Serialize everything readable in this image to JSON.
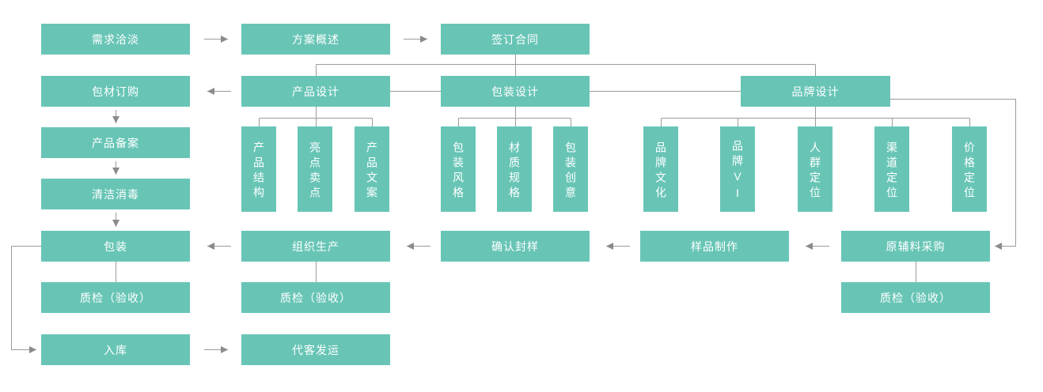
{
  "diagram": {
    "title": "OEM production flow chart (代工生产流程图)",
    "background": "#ffffff"
  },
  "colors": {
    "node_fill": "#68c5b6",
    "node_text": "#ffffff",
    "edge_line": "#9b9b9b",
    "edge_head": "#8b8b8b"
  },
  "nodes": {
    "demand": {
      "label": "需求洽淡"
    },
    "proposal": {
      "label": "方案概述"
    },
    "contract": {
      "label": "签订合同"
    },
    "material_order": {
      "label": "包材订购"
    },
    "product_design": {
      "label": "产品设计"
    },
    "package_design": {
      "label": "包装设计"
    },
    "brand_design": {
      "label": "品牌设计"
    },
    "product_structure": {
      "label": "产品结构"
    },
    "selling_points": {
      "label": "亮点卖点"
    },
    "product_copy": {
      "label": "产品文案"
    },
    "package_style": {
      "label": "包装风格"
    },
    "material_spec": {
      "label": "材质规格"
    },
    "package_idea": {
      "label": "包装创意"
    },
    "brand_culture": {
      "label": "品牌文化"
    },
    "brand_vi": {
      "label": "品牌VI"
    },
    "audience_positioning": {
      "label": "人群定位"
    },
    "channel_positioning": {
      "label": "渠道定位"
    },
    "price_positioning": {
      "label": "价格定位"
    },
    "product_filing": {
      "label": "产品备案"
    },
    "cleaning": {
      "label": "清洁消毒"
    },
    "packing": {
      "label": "包装"
    },
    "qc_packing": {
      "label": "质检（验收）"
    },
    "warehousing": {
      "label": "入库"
    },
    "production": {
      "label": "组织生产"
    },
    "qc_production": {
      "label": "质检（验收）"
    },
    "shipping": {
      "label": "代客发运"
    },
    "sample_confirm": {
      "label": "确认封样"
    },
    "sample_making": {
      "label": "样品制作"
    },
    "raw_material": {
      "label": "原辅料采购"
    },
    "qc_raw": {
      "label": "质检（验收）"
    }
  },
  "edges": [
    {
      "from": "需求洽淡",
      "to": "方案概述",
      "type": "arrow"
    },
    {
      "from": "方案概述",
      "to": "签订合同",
      "type": "arrow"
    },
    {
      "from": "签订合同",
      "to": "产品设计",
      "type": "line"
    },
    {
      "from": "签订合同",
      "to": "包装设计",
      "type": "line"
    },
    {
      "from": "签订合同",
      "to": "品牌设计",
      "type": "line"
    },
    {
      "from": "产品设计",
      "to": "包材订购",
      "type": "arrow"
    },
    {
      "from": "产品设计",
      "to": "包装设计",
      "type": "line"
    },
    {
      "from": "包装设计",
      "to": "品牌设计",
      "type": "line"
    },
    {
      "from": "产品设计",
      "to": "产品结构",
      "type": "line"
    },
    {
      "from": "产品设计",
      "to": "亮点卖点",
      "type": "line"
    },
    {
      "from": "产品设计",
      "to": "产品文案",
      "type": "line"
    },
    {
      "from": "包装设计",
      "to": "包装风格",
      "type": "line"
    },
    {
      "from": "包装设计",
      "to": "材质规格",
      "type": "line"
    },
    {
      "from": "包装设计",
      "to": "包装创意",
      "type": "line"
    },
    {
      "from": "品牌设计",
      "to": "品牌文化",
      "type": "line"
    },
    {
      "from": "品牌设计",
      "to": "品牌VI",
      "type": "line"
    },
    {
      "from": "品牌设计",
      "to": "人群定位",
      "type": "line"
    },
    {
      "from": "品牌设计",
      "to": "渠道定位",
      "type": "line"
    },
    {
      "from": "品牌设计",
      "to": "价格定位",
      "type": "line"
    },
    {
      "from": "品牌设计",
      "to": "原辅料采购",
      "type": "arrow"
    },
    {
      "from": "原辅料采购",
      "to": "样品制作",
      "type": "arrow"
    },
    {
      "from": "原辅料采购",
      "to": "质检（验收）",
      "type": "line"
    },
    {
      "from": "样品制作",
      "to": "确认封样",
      "type": "arrow"
    },
    {
      "from": "确认封样",
      "to": "组织生产",
      "type": "arrow"
    },
    {
      "from": "组织生产",
      "to": "包装",
      "type": "arrow"
    },
    {
      "from": "组织生产",
      "to": "质检（验收）",
      "type": "line"
    },
    {
      "from": "包材订购",
      "to": "产品备案",
      "type": "arrow"
    },
    {
      "from": "产品备案",
      "to": "清洁消毒",
      "type": "arrow"
    },
    {
      "from": "清洁消毒",
      "to": "包装",
      "type": "arrow"
    },
    {
      "from": "包装",
      "to": "质检（验收）",
      "type": "line"
    },
    {
      "from": "包装",
      "to": "入库",
      "type": "arrow"
    },
    {
      "from": "入库",
      "to": "代客发运",
      "type": "arrow"
    }
  ]
}
